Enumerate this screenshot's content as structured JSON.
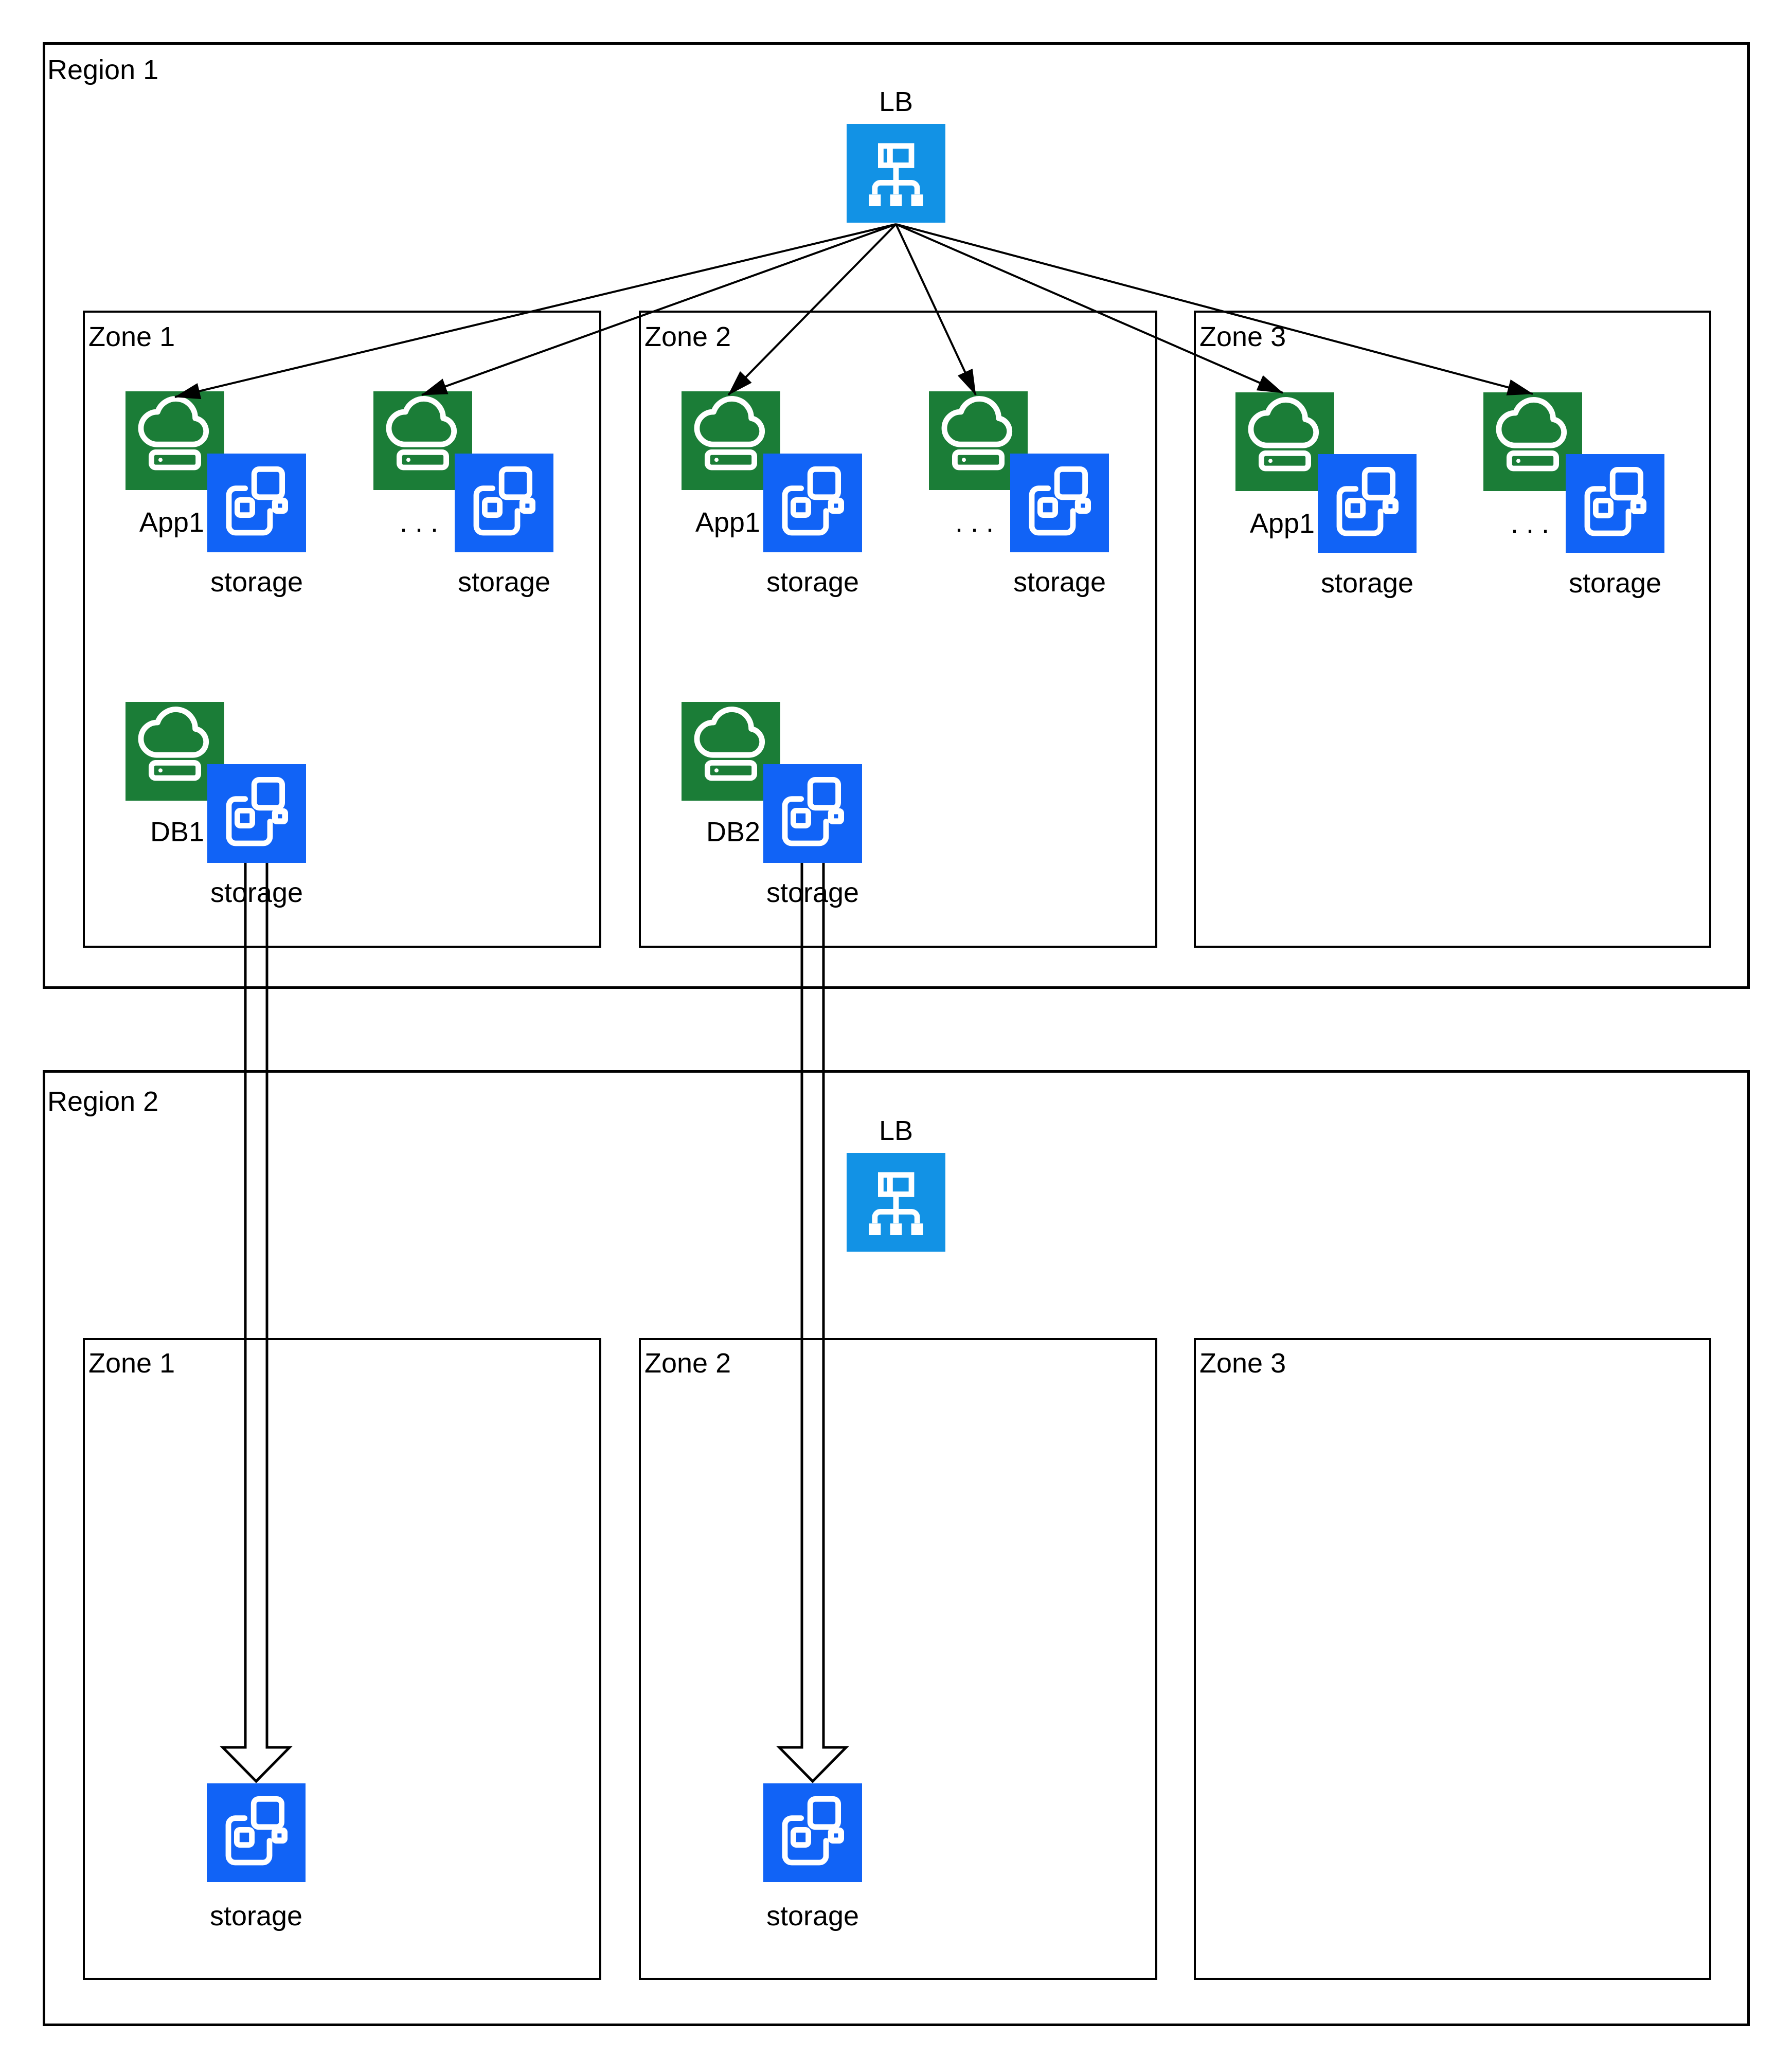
{
  "diagram": {
    "title_note": "multi-region cloud architecture diagram",
    "colors": {
      "app_green": "#1B7D37",
      "storage_blue": "#1163F6",
      "lb_blue": "#1292E5",
      "line_black": "#000000"
    },
    "icons": {
      "lb": "load-balancer-network-tree-icon",
      "app": "cloud-server-icon",
      "storage": "storage-blocks-icon"
    },
    "regions": [
      {
        "label": "Region 1",
        "lb_label": "LB",
        "zones": [
          {
            "label": "Zone 1",
            "apps": [
              {
                "label": "App1",
                "storage_label": "storage"
              },
              {
                "label": ". . .",
                "storage_label": "storage"
              }
            ],
            "db": {
              "label": "DB1",
              "storage_label": "storage"
            }
          },
          {
            "label": "Zone 2",
            "apps": [
              {
                "label": "App1",
                "storage_label": "storage"
              },
              {
                "label": ". . .",
                "storage_label": "storage"
              }
            ],
            "db": {
              "label": "DB2",
              "storage_label": "storage"
            }
          },
          {
            "label": "Zone 3",
            "apps": [
              {
                "label": "App1",
                "storage_label": "storage"
              },
              {
                "label": ". . .",
                "storage_label": "storage"
              }
            ]
          }
        ]
      },
      {
        "label": "Region 2",
        "lb_label": "LB",
        "zones": [
          {
            "label": "Zone 1",
            "storage_label": "storage"
          },
          {
            "label": "Zone 2",
            "storage_label": "storage"
          },
          {
            "label": "Zone 3"
          }
        ]
      }
    ]
  }
}
